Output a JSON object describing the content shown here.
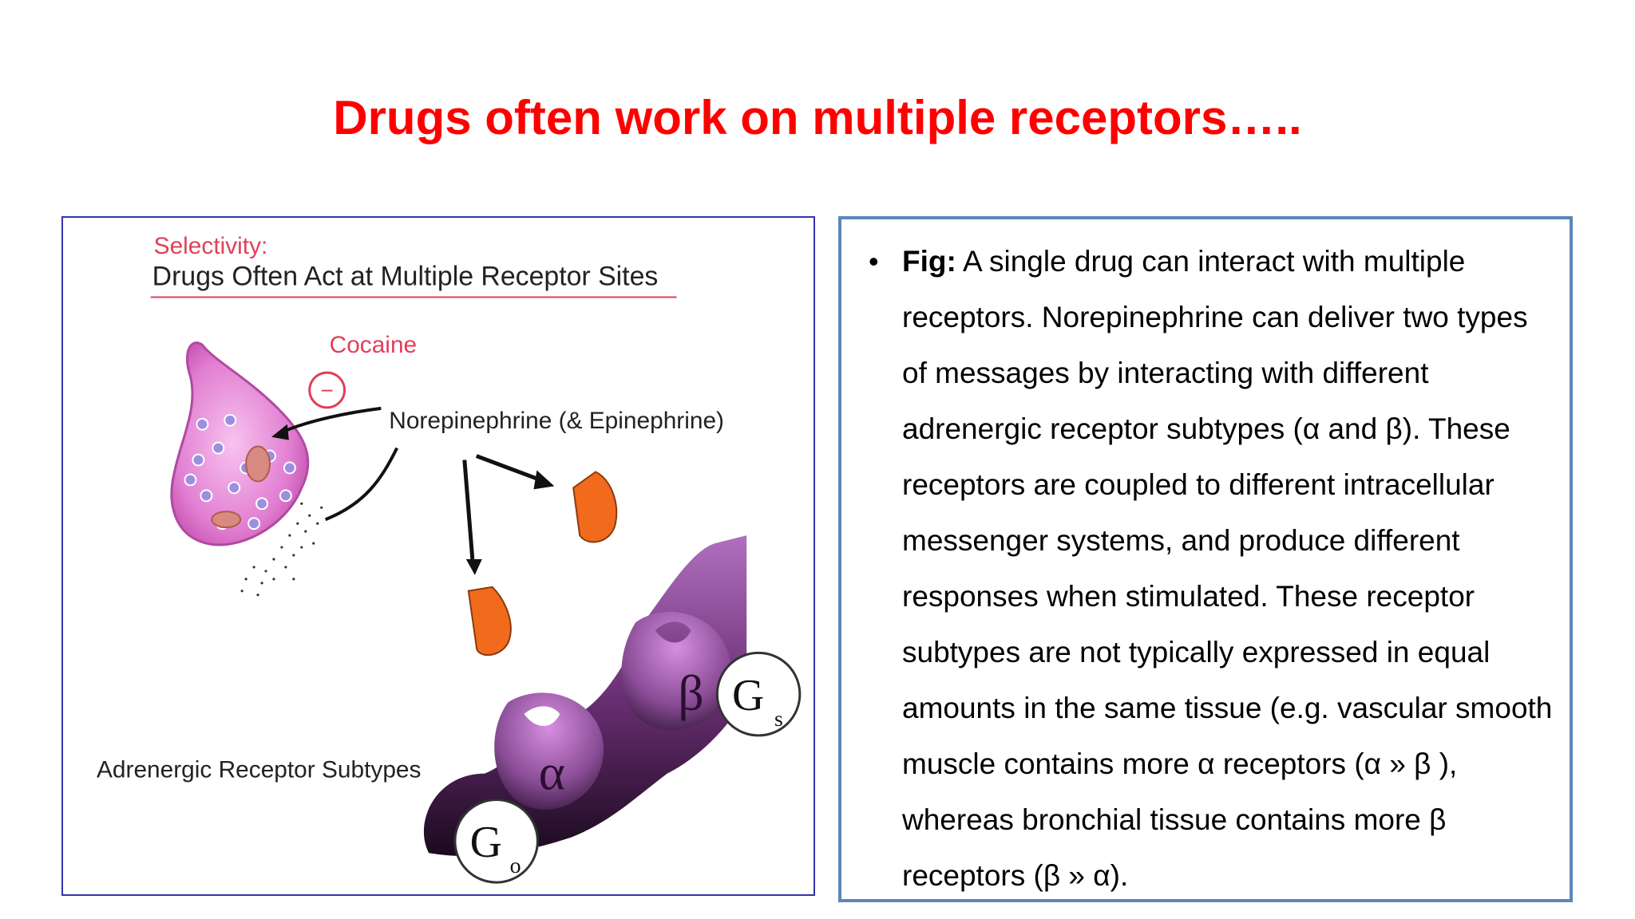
{
  "slide": {
    "title": "Drugs often work on multiple receptors….."
  },
  "figure": {
    "heading_label": "Selectivity:",
    "heading_title": "Drugs Often Act at Multiple Receptor Sites",
    "cocaine_label": "Cocaine",
    "inhibit_symbol": "−",
    "neurotransmitter_label": "Norepinephrine (& Epinephrine)",
    "subtypes_label": "Adrenergic Receptor Subtypes",
    "alpha_symbol": "α",
    "beta_symbol": "β",
    "go_main": "G",
    "go_sub": "o",
    "gs_main": "G",
    "gs_sub": "s"
  },
  "caption": {
    "bullet": "•",
    "label": "Fig:",
    "text": " A single drug can interact with multiple receptors. Norepinephrine can deliver two types of messages by interacting with different adrenergic receptor subtypes (α and β). These receptors are coupled to different intracellular messenger systems, and produce different responses when stimulated. These receptor subtypes are not typically expressed in equal amounts in the same tissue (e.g. vascular smooth muscle contains more α receptors (α » β ), whereas bronchial tissue contains more β receptors (β » α)."
  },
  "colors": {
    "title": "#ff0000",
    "figure_border": "#3333aa",
    "text_border": "#5b87b8",
    "neuron_pink": "#e880d8",
    "ligand_orange": "#f26a1b",
    "receptor_purple": "#6e3a78"
  }
}
